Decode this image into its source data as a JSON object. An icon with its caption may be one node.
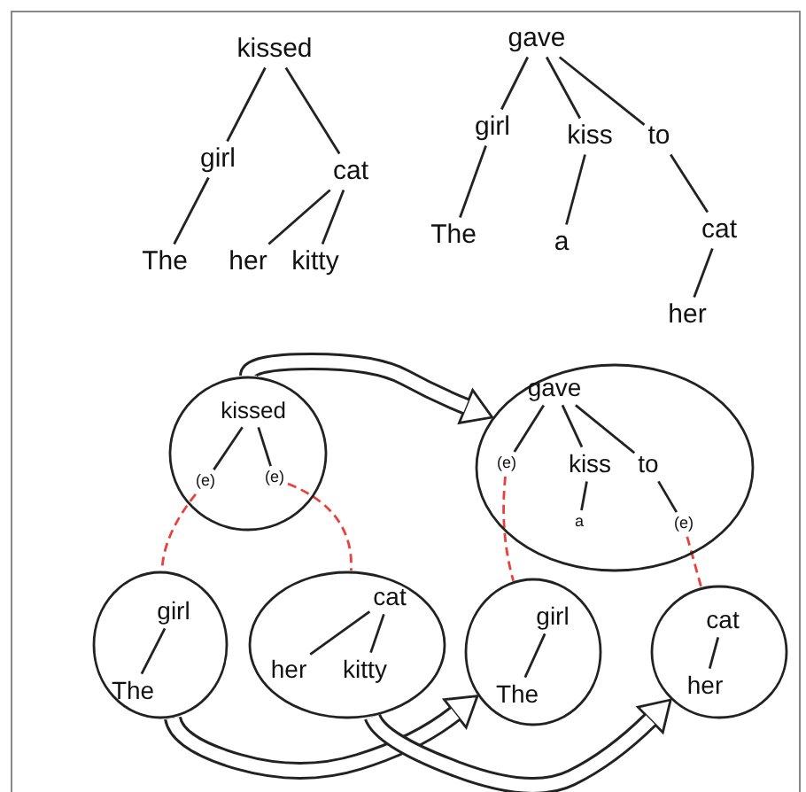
{
  "diagram": {
    "nodes": [
      {
        "text": [
          "kissed"
        ]
      },
      {
        "text": [
          "girl"
        ]
      },
      {
        "text": [
          "cat"
        ]
      },
      {
        "text": [
          "The"
        ]
      },
      {
        "text": [
          "her"
        ]
      },
      {
        "text": [
          "kitty"
        ]
      },
      {
        "text": [
          "gave"
        ]
      },
      {
        "text": [
          "girl"
        ]
      },
      {
        "text": [
          "kiss"
        ]
      },
      {
        "text": [
          "to"
        ]
      },
      {
        "text": [
          "The"
        ]
      },
      {
        "text": [
          "a"
        ]
      },
      {
        "text": [
          "cat"
        ]
      },
      {
        "text": [
          "her"
        ]
      },
      {
        "text": [],
        "shape": "circle"
      },
      {
        "text": [
          "kissed"
        ],
        "in": 14
      },
      {
        "text": [
          "(e)"
        ],
        "in": 14
      },
      {
        "text": [
          "(e)"
        ],
        "in": 14
      },
      {
        "text": [],
        "shape": "circle"
      },
      {
        "text": [
          "gave"
        ],
        "in": 18
      },
      {
        "text": [
          "(e)"
        ],
        "in": 18
      },
      {
        "text": [
          "kiss"
        ],
        "in": 18
      },
      {
        "text": [
          "to"
        ],
        "in": 18
      },
      {
        "text": [
          "a"
        ],
        "in": 18
      },
      {
        "text": [
          "(e)"
        ],
        "in": 18
      },
      {
        "text": [],
        "shape": "circle"
      },
      {
        "text": [
          "girl"
        ],
        "in": 25
      },
      {
        "text": [
          "The"
        ],
        "in": 25
      },
      {
        "text": [],
        "shape": "circle"
      },
      {
        "text": [
          "cat"
        ],
        "in": 28
      },
      {
        "text": [
          "her"
        ],
        "in": 28
      },
      {
        "text": [
          "kitty"
        ],
        "in": 28
      },
      {
        "text": [],
        "shape": "circle"
      },
      {
        "text": [
          "girl"
        ],
        "in": 32
      },
      {
        "text": [
          "The"
        ],
        "in": 32
      },
      {
        "text": [],
        "shape": "circle"
      },
      {
        "text": [
          "cat"
        ],
        "in": 35
      },
      {
        "text": [
          "her"
        ],
        "in": 35
      }
    ],
    "edges": [
      {
        "from": 0,
        "to": 1,
        "arrow": "none"
      },
      {
        "from": 0,
        "to": 2,
        "arrow": "none"
      },
      {
        "from": 1,
        "to": 3,
        "arrow": "none"
      },
      {
        "from": 2,
        "to": 4,
        "arrow": "none"
      },
      {
        "from": 2,
        "to": 5,
        "arrow": "none"
      },
      {
        "from": 6,
        "to": 7,
        "arrow": "none"
      },
      {
        "from": 6,
        "to": 8,
        "arrow": "none"
      },
      {
        "from": 6,
        "to": 9,
        "arrow": "none"
      },
      {
        "from": 7,
        "to": 10,
        "arrow": "none"
      },
      {
        "from": 8,
        "to": 11,
        "arrow": "none"
      },
      {
        "from": 9,
        "to": 12,
        "arrow": "none"
      },
      {
        "from": 12,
        "to": 13,
        "arrow": "none"
      },
      {
        "from": 15,
        "to": 16,
        "arrow": "none"
      },
      {
        "from": 15,
        "to": 17,
        "arrow": "none"
      },
      {
        "from": 19,
        "to": 20,
        "arrow": "none"
      },
      {
        "from": 19,
        "to": 21,
        "arrow": "none"
      },
      {
        "from": 19,
        "to": 22,
        "arrow": "none"
      },
      {
        "from": 21,
        "to": 23,
        "arrow": "none"
      },
      {
        "from": 22,
        "to": 24,
        "arrow": "none"
      },
      {
        "from": 26,
        "to": 27,
        "arrow": "none"
      },
      {
        "from": 29,
        "to": 30,
        "arrow": "none"
      },
      {
        "from": 29,
        "to": 31,
        "arrow": "none"
      },
      {
        "from": 33,
        "to": 34,
        "arrow": "none"
      },
      {
        "from": 36,
        "to": 37,
        "arrow": "none"
      },
      {
        "from": 16,
        "to": 25,
        "arrow": "none",
        "style": "dashed",
        "color": "#e8413c"
      },
      {
        "from": 17,
        "to": 28,
        "arrow": "none",
        "style": "dashed",
        "color": "#e8413c"
      },
      {
        "from": 20,
        "to": 32,
        "arrow": "none",
        "style": "dashed",
        "color": "#e8413c"
      },
      {
        "from": 24,
        "to": 35,
        "arrow": "none",
        "style": "dashed",
        "color": "#e8413c"
      },
      {
        "from": 14,
        "to": 18,
        "arrow": "to",
        "style": "thick"
      },
      {
        "from": 25,
        "to": 32,
        "arrow": "to",
        "style": "thick"
      },
      {
        "from": 28,
        "to": 35,
        "arrow": "to",
        "style": "thick"
      }
    ]
  }
}
